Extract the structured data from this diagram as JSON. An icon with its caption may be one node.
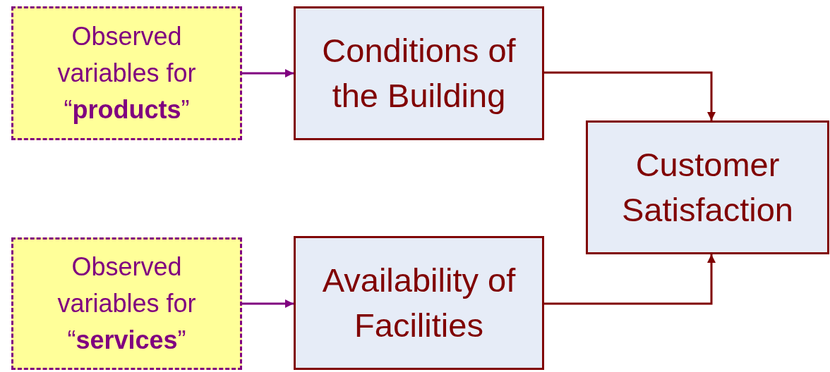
{
  "diagram": {
    "nodes": [
      {
        "text": [
          "Observed variables for “**products**”"
        ]
      },
      {
        "text": [
          "Conditions of the Building"
        ]
      },
      {
        "text": [
          "Customer Satisfaction"
        ]
      },
      {
        "text": [
          "Observed variables for “**services**”"
        ]
      },
      {
        "text": [
          "Availability of Facilities"
        ]
      }
    ],
    "edges": [
      {
        "from": 0,
        "to": 1,
        "arrow": "to",
        "color": "#800080"
      },
      {
        "from": 1,
        "to": 2,
        "arrow": "to",
        "color": "#800000"
      },
      {
        "from": 3,
        "to": 4,
        "arrow": "to",
        "color": "#800080"
      },
      {
        "from": 4,
        "to": 2,
        "arrow": "to",
        "color": "#800000"
      }
    ]
  }
}
